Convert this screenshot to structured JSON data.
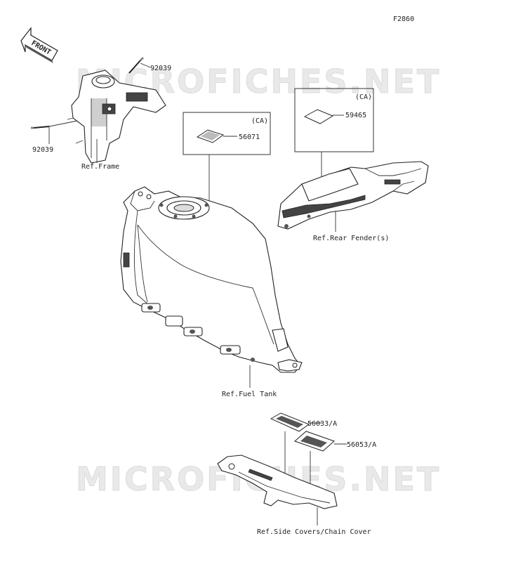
{
  "figure_code": "F2860",
  "front_arrow_label": "FRONT",
  "watermark": "MICROFICHES.NET",
  "parts": [
    {
      "id": "p1",
      "number": "92039"
    },
    {
      "id": "p2",
      "number": "92039"
    },
    {
      "id": "p3",
      "number": "56071"
    },
    {
      "id": "p4",
      "number": "59465"
    },
    {
      "id": "p5",
      "number": "56033/A"
    },
    {
      "id": "p6",
      "number": "56053/A"
    }
  ],
  "region_boxes": [
    {
      "id": "box-left",
      "label": "(CA)"
    },
    {
      "id": "box-right",
      "label": "(CA)"
    }
  ],
  "references": {
    "frame": "Ref.Frame",
    "rear_fender": "Ref.Rear Fender(s)",
    "fuel_tank": "Ref.Fuel Tank",
    "side_covers": "Ref.Side Covers/Chain Cover"
  }
}
